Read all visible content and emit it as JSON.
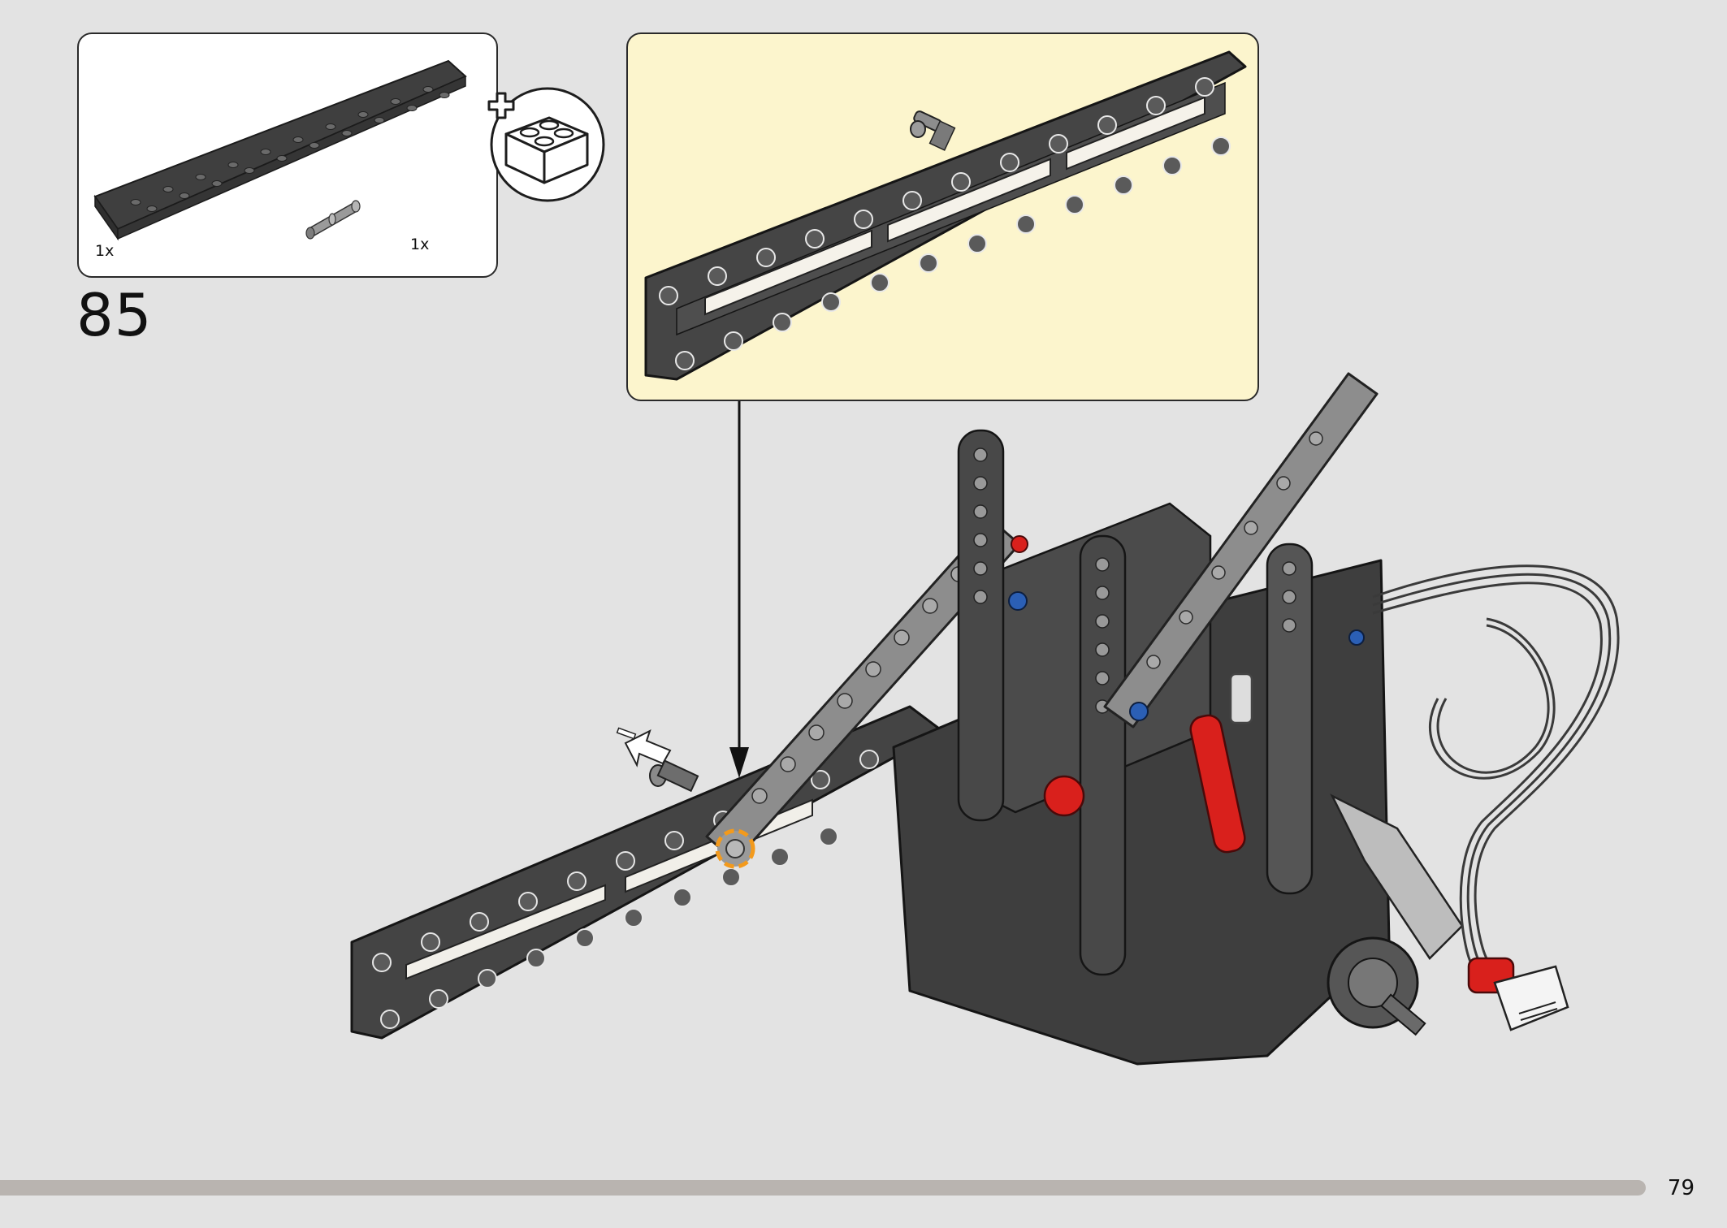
{
  "step": {
    "number": "85"
  },
  "parts_list": {
    "items": [
      {
        "name": "dark-gray-frame-beam",
        "quantity": "1x"
      },
      {
        "name": "gray-axle-pin",
        "quantity": "1x"
      }
    ],
    "add_icon": "plus-brick-icon"
  },
  "callout": {
    "background": "#fcf5cd"
  },
  "page": {
    "number": "79"
  },
  "colors": {
    "page_bg": "#e3e3e3",
    "dark_beam": "#4a4a4a",
    "light_beam": "#8f8f8f",
    "red_part": "#d9201c",
    "blue_pin": "#2b5fb5",
    "highlight": "#f39a1c"
  }
}
